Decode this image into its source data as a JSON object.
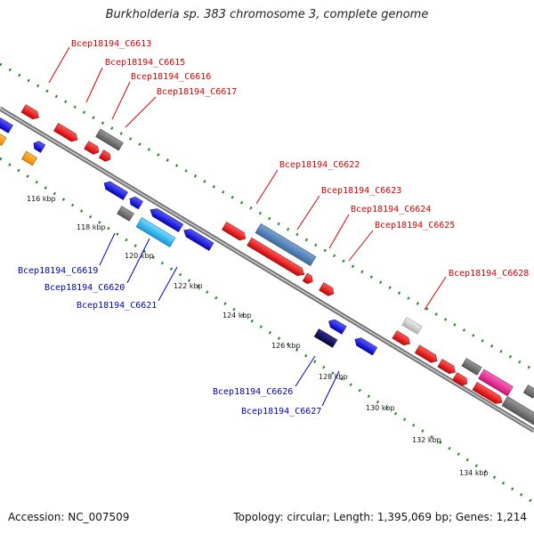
{
  "title": "Burkholderia sp. 383 chromosome 3, complete genome",
  "accession": "Accession: NC_007509",
  "summary": "Topology: circular; Length: 1,395,069 bp; Genes: 1,214",
  "colors": {
    "backbone": "#8a8a8a",
    "dots": "#1a8a1a",
    "red": "#ee0000",
    "blue": "#1a1aee",
    "gray": "#777777",
    "lightgray": "#cccccc",
    "cyan": "#22bbee",
    "steel": "#4f7fb5",
    "navy": "#101060",
    "magenta": "#ee2299",
    "orange": "#ff9900"
  },
  "genes_top": [
    "Bcep18194_C6613",
    "Bcep18194_C6615",
    "Bcep18194_C6616",
    "Bcep18194_C6617",
    "Bcep18194_C6622",
    "Bcep18194_C6623",
    "Bcep18194_C6624",
    "Bcep18194_C6625",
    "Bcep18194_C6628"
  ],
  "genes_bottom": [
    "Bcep18194_C6619",
    "Bcep18194_C6620",
    "Bcep18194_C6621",
    "Bcep18194_C6626",
    "Bcep18194_C6627"
  ],
  "ticks": [
    "116 kbp",
    "118 kbp",
    "120 kbp",
    "122 kbp",
    "124 kbp",
    "126 kbp",
    "128 kbp",
    "130 kbp",
    "132 kbp",
    "134 kbp"
  ]
}
